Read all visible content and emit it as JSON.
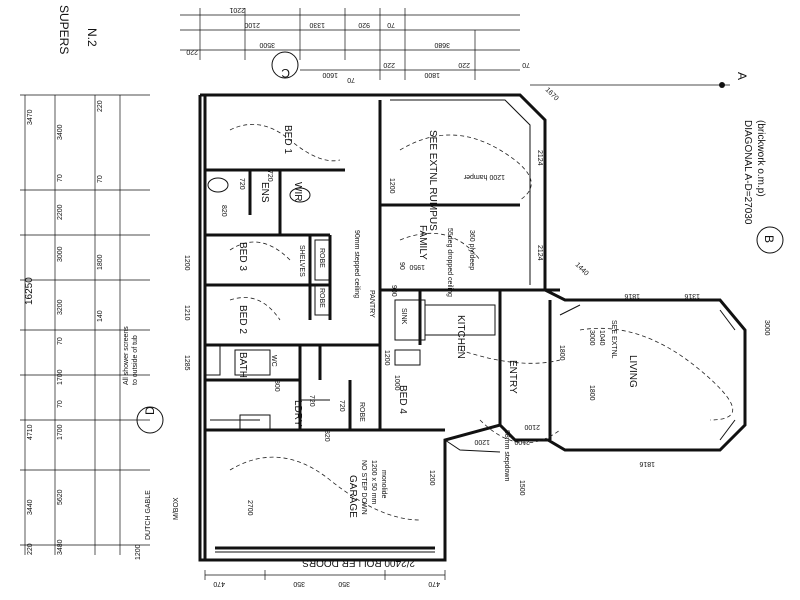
{
  "title_block": {
    "line1": "SUPERS",
    "line2": "N.2"
  },
  "diagonal_note": {
    "line1": "DIAGONAL A-D=27030",
    "line2": "(brickwork o.m.p)"
  },
  "section_markers": [
    "A",
    "B",
    "C",
    "D"
  ],
  "rooms": {
    "bed1": "BED 1",
    "ens": "ENS",
    "wir": "WIR",
    "bed3": "BED 3",
    "bed2": "BED 2",
    "bath": "BATH",
    "wc": "WC",
    "ldry": "LDRY",
    "bed4": "BED 4",
    "family": "FAMILY",
    "rumpus": "SEE EXTNL RUMPUS",
    "kitchen": "KITCHEN",
    "entry": "ENTRY",
    "living": "LIVING",
    "living_sub": "SEE EXTNL",
    "garage": "GARAGE",
    "garage_note1": "NO STEP DOWN",
    "garage_note2": "1200 x 50 mm",
    "garage_note3": "monolide",
    "robe": "ROBE",
    "shelves": "SHELVES",
    "sink": "SINK",
    "hamper": "1200 hamper",
    "pantry": "PANTRY"
  },
  "notes": {
    "shower": "All shower screens",
    "shower2": "to outside of tub",
    "roller": "2/2400 ROLLER DOORS",
    "gable": "DUTCH GABLE",
    "mbox": "M/BOX",
    "ceiling": "90mm stepped ceiling",
    "stepdown": "88mm stepdown",
    "family_note": "360 ply/deep",
    "family_note2": "55deg dropped ceiling"
  },
  "left_dims": [
    "3470",
    "3400",
    "220",
    "70",
    "2200",
    "70",
    "3000",
    "1800",
    "3200",
    "140",
    "70",
    "1700",
    "70",
    "1700",
    "4710",
    "5620",
    "3440",
    "220",
    "3480",
    "16250",
    "1200"
  ],
  "top_dims": [
    "2201",
    "2100",
    "1330",
    "920",
    "220",
    "70",
    "3500",
    "1600",
    "70",
    "3680",
    "220",
    "1800",
    "220",
    "70"
  ],
  "bottom_dims": [
    "470",
    "350",
    "350",
    "470"
  ],
  "right_dims": [
    "1670",
    "1440",
    "2124",
    "2124",
    "1040",
    "1316",
    "1816",
    "1816",
    "1200",
    "2100",
    "1500",
    "3000"
  ],
  "small_labels": [
    "720",
    "820",
    "720",
    "1200",
    "90",
    "1950",
    "900",
    "720",
    "820",
    "720",
    "800",
    "1200",
    "2700",
    "1200",
    "1000",
    "2100",
    "3000",
    "1800",
    "1800",
    "1210",
    "1285",
    "1200"
  ],
  "colors": {
    "ink": "#111111",
    "paper": "#ffffff"
  }
}
